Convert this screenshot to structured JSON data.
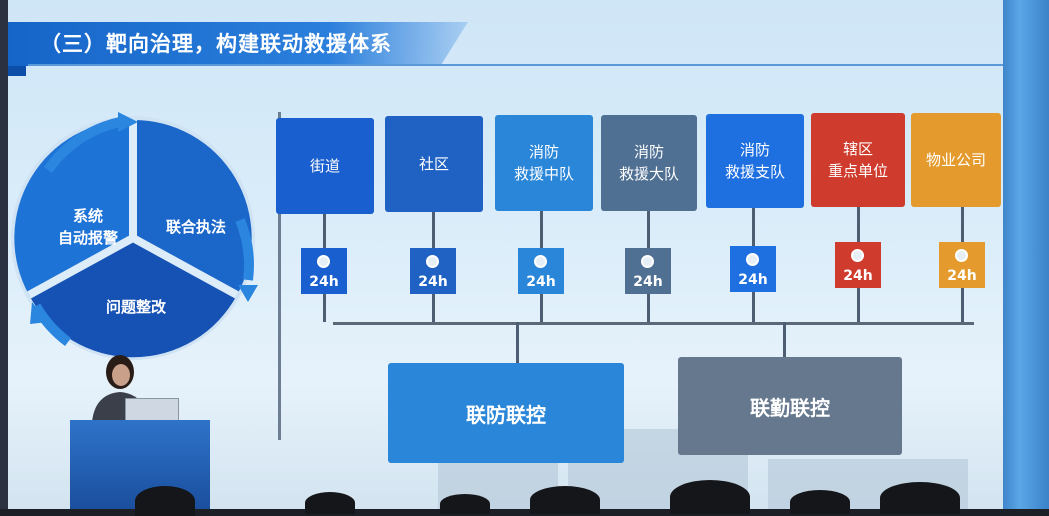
{
  "slide": {
    "title": "（三）靶向治理，构建联动救援体系",
    "cycle": {
      "segments": [
        "系统自动报警",
        "联合执法",
        "问题整改"
      ],
      "label_lines": {
        "alarm": [
          "系统",
          "自动报警"
        ],
        "enforce": "联合执法",
        "fix": "问题整改"
      }
    },
    "units": [
      {
        "label": [
          "街道"
        ],
        "color": "#1a5fcf",
        "tag": "24h",
        "tag_color": "#1a5fcf"
      },
      {
        "label": [
          "社区"
        ],
        "color": "#1f62c4",
        "tag": "24h",
        "tag_color": "#1f62c4"
      },
      {
        "label": [
          "消防",
          "救援中队"
        ],
        "color": "#2a86d8",
        "tag": "24h",
        "tag_color": "#2a86d8"
      },
      {
        "label": [
          "消防",
          "救援大队"
        ],
        "color": "#4f6f93",
        "tag": "24h",
        "tag_color": "#4f6f93"
      },
      {
        "label": [
          "消防",
          "救援支队"
        ],
        "color": "#1e6fe0",
        "tag": "24h",
        "tag_color": "#1e6fe0"
      },
      {
        "label": [
          "辖区",
          "重点单位"
        ],
        "color": "#cf3b2c",
        "tag": "24h",
        "tag_color": "#cf3b2c"
      },
      {
        "label": [
          "物业公司"
        ],
        "color": "#e49a2c",
        "tag": "24h",
        "tag_color": "#e49a2c"
      }
    ],
    "joint": {
      "left": "联防联控",
      "right": "联勤联控"
    },
    "joint_colors": {
      "left": "#2a86d8",
      "right": "#66788e"
    }
  }
}
